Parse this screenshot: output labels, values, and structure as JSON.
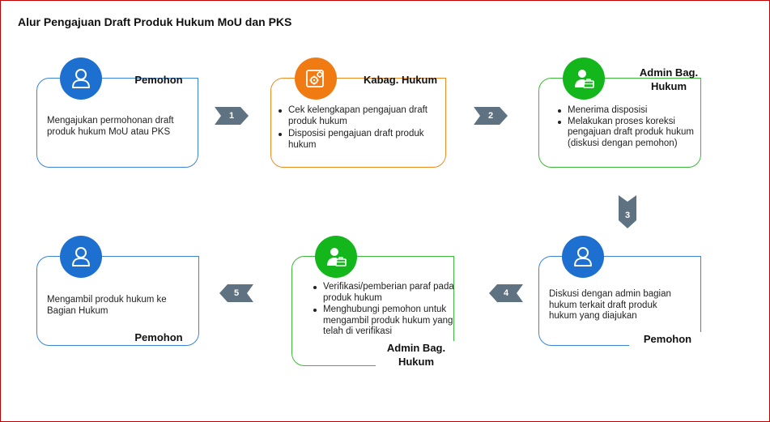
{
  "title": "Alur Pengajuan Draft Produk Hukum MoU dan PKS",
  "steps": [
    {
      "role": "Pemohon",
      "icon": "user-icon",
      "color": "#1d6fd0",
      "text": "Mengajukan permohonan draft produk hukum MoU atau PKS"
    },
    {
      "role": "Kabag. Hukum",
      "icon": "settings-gears-icon",
      "color": "#f07b13",
      "items": [
        "Cek kelengkapan pengajuan draft produk hukum",
        "Disposisi pengajuan draft produk hukum"
      ]
    },
    {
      "role": "Admin Bag. Hukum",
      "icon": "admin-briefcase-icon",
      "color": "#13b71b",
      "items": [
        "Menerima disposisi",
        "Melakukan proses koreksi pengajuan draft produk hukum (diskusi dengan pemohon)"
      ]
    },
    {
      "role": "Pemohon",
      "icon": "user-icon",
      "color": "#1d6fd0",
      "text": "Diskusi dengan admin bagian hukum terkait draft produk hukum yang diajukan"
    },
    {
      "role": "Admin Bag. Hukum",
      "icon": "admin-briefcase-icon",
      "color": "#13b71b",
      "items": [
        "Verifikasi/pemberian paraf pada produk hukum",
        "Menghubungi pemohon untuk mengambil produk hukum yang telah di verifikasi"
      ]
    },
    {
      "role": "Pemohon",
      "icon": "user-icon",
      "color": "#1d6fd0",
      "text": "Mengambil produk hukum ke Bagian Hukum"
    }
  ],
  "arrows": [
    "1",
    "2",
    "3",
    "4",
    "5"
  ],
  "colors": {
    "frame": "#c00000",
    "arrow": "#5f7282",
    "blue_border": "#3d84d8",
    "orange_border": "#ee8a22",
    "green_border": "#3cb93a"
  }
}
